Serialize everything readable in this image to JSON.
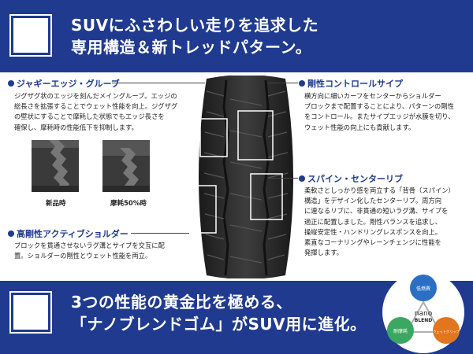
{
  "header": {
    "line1": "SUVにふさわしい走りを追求した",
    "line2": "専用構造＆新トレッドパターン。"
  },
  "sections": {
    "jaggy": {
      "title": "ジャギーエッジ・グルーブ",
      "lines": [
        "ジグザグ状のエッジを刻んだメイングルーブ。エッジの",
        "総長さを拡張することでウェット性能を向上。ジグザグ",
        "の壁状にすることで摩耗した状態でもエッジ長さを",
        "確保し、摩耗時の性能低下を抑制します。"
      ]
    },
    "rigid": {
      "title": "剛性コントロールサイプ",
      "lines": [
        "横方向に細いカーフをセンターからショルダー",
        "ブロックまで配置することにより、パターンの剛性",
        "をコントロール。またサイプエッジが水膜を切り、",
        "ウェット性能の向上にも貢献します。"
      ]
    },
    "spine": {
      "title": "スパイン・センターリブ",
      "lines": [
        "柔軟さとしっかり感を両立する「背骨（スパイン）",
        "構造」をデザイン化したセンターリブ。周方向",
        "に連なるリブに、非貫通の短いラグ溝、サイプを",
        "適正に配置しました。剛性バランスを追求し、",
        "操縦安定性・ハンドリングレスポンスを向上。",
        "素直なコーナリングやレーンチェンジに性能を",
        "発揮します。"
      ]
    },
    "active": {
      "title": "高剛性アクティブショルダー",
      "lines": [
        "ブロックを貫通させないラグ溝とサイプを交互に配",
        "置。ショルダーの剛性とウェット性能を両立。"
      ]
    }
  },
  "blocks": {
    "new_label": "新品時",
    "worn_label": "摩耗50%時"
  },
  "footer": {
    "line1": "3つの性能の黄金比を極める、",
    "line2": "「ナノブレンドゴム」がSUV用に進化。"
  },
  "logo": {
    "top": "低燃費",
    "left": "耐摩耗",
    "right": "ウェットグリップ",
    "center1": "nano",
    "center2": "BLEND"
  },
  "colors": {
    "brand_blue": "#1f3a8f",
    "circle_blue": "#2b6fc4",
    "circle_green": "#3aa860",
    "circle_orange": "#e2761f"
  }
}
